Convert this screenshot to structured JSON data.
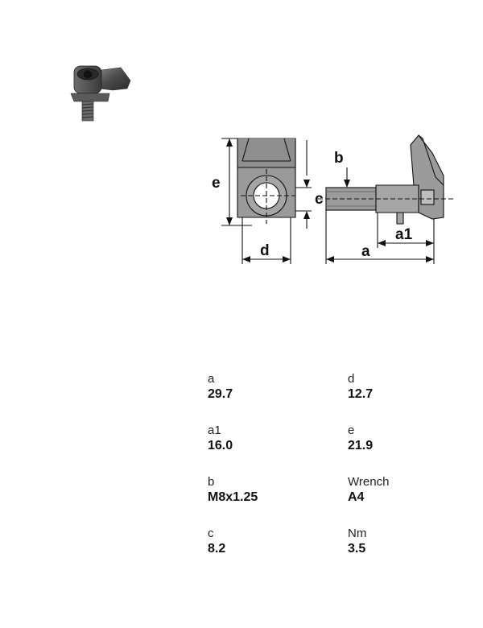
{
  "drawing_labels": {
    "a": "a",
    "a1": "a1",
    "b": "b",
    "c": "c",
    "d": "d",
    "e": "e"
  },
  "specs": [
    {
      "label": "a",
      "value": "29.7"
    },
    {
      "label": "d",
      "value": "12.7"
    },
    {
      "label": "a1",
      "value": "16.0"
    },
    {
      "label": "e",
      "value": "21.9"
    },
    {
      "label": "b",
      "value": "M8x1.25"
    },
    {
      "label": "Wrench",
      "value": "A4"
    },
    {
      "label": "c",
      "value": "8.2"
    },
    {
      "label": "Nm",
      "value": "3.5"
    }
  ]
}
